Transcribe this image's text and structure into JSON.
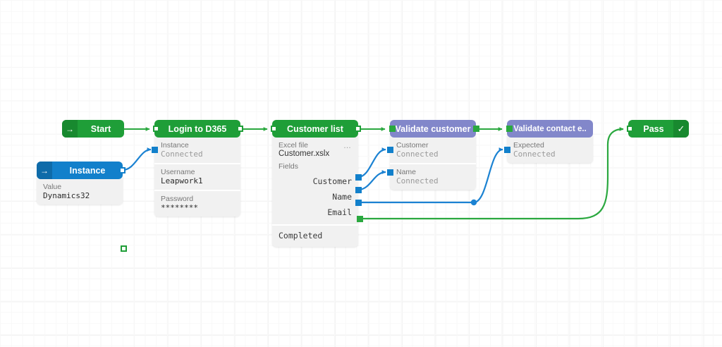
{
  "canvas": {
    "background": "#ffffff",
    "grid_color": "#f2f2f2",
    "title": "Leapwork flow canvas"
  },
  "colors": {
    "green": "#1f9e38",
    "green_dark": "#18892f",
    "blue": "#1280cb",
    "blue_dark": "#0e6ba9",
    "purple": "#8287ca",
    "body": "#f1f1f1",
    "edge_green": "#2aa83f",
    "edge_blue": "#1b82d2"
  },
  "nodes": {
    "start": {
      "title": "Start",
      "icon": "arrow-right-icon",
      "header_color": "#1f9e38"
    },
    "instance": {
      "title": "Instance",
      "icon": "arrow-right-icon",
      "header_color": "#1280cb",
      "rows": [
        {
          "label": "Value",
          "value": "Dynamics32"
        }
      ]
    },
    "login": {
      "title": "Login to D365",
      "header_color": "#1f9e38",
      "rows": [
        {
          "label": "Instance",
          "value": "Connected",
          "muted": true
        },
        {
          "label": "Username",
          "value": "Leapwork1",
          "muted": false
        },
        {
          "label": "Password",
          "value": "********",
          "muted": false
        }
      ]
    },
    "customer_list": {
      "title": "Customer list",
      "header_color": "#1f9e38",
      "menu_icon": "ellipsis-icon",
      "file_label": "Excel file",
      "file_value": "Customer.xslx",
      "fields_label": "Fields",
      "fields": [
        "Customer",
        "Name",
        "Email"
      ],
      "completed_label": "Completed"
    },
    "validate_customer": {
      "title": "Validate customer",
      "header_color": "#8287ca",
      "rows": [
        {
          "label": "Customer",
          "value": "Connected",
          "muted": true
        },
        {
          "label": "Name",
          "value": "Connected",
          "muted": true
        }
      ]
    },
    "validate_contact": {
      "title": "Validate contact e..",
      "header_color": "#8287ca",
      "rows": [
        {
          "label": "Expected",
          "value": "Connected",
          "muted": true
        }
      ]
    },
    "pass": {
      "title": "Pass",
      "icon": "check-icon",
      "header_color": "#1f9e38"
    }
  }
}
